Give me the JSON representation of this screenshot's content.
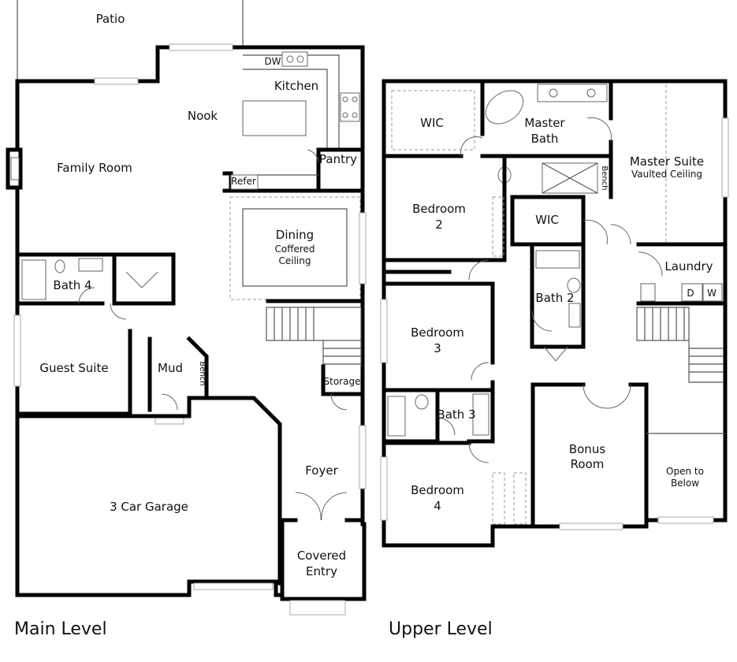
{
  "levels": {
    "main": "Main Level",
    "upper": "Upper Level"
  },
  "main_rooms": {
    "patio": "Patio",
    "kitchen": "Kitchen",
    "dw": "DW",
    "nook": "Nook",
    "family_room": "Family Room",
    "pantry": "Pantry",
    "refer": "Refer",
    "dining": "Dining",
    "dining_note1": "Coffered",
    "dining_note2": "Ceiling",
    "bath4": "Bath 4",
    "guest_suite": "Guest Suite",
    "mud": "Mud",
    "bench": "Bench",
    "storage": "Storage",
    "foyer": "Foyer",
    "garage": "3 Car Garage",
    "covered1": "Covered",
    "covered2": "Entry"
  },
  "upper_rooms": {
    "wic_left": "WIC",
    "master_bath1": "Master",
    "master_bath2": "Bath",
    "master_suite": "Master Suite",
    "vaulted": "Vaulted Ceiling",
    "bench": "Bench",
    "bedroom2a": "Bedroom",
    "bedroom2b": "2",
    "wic_center": "WIC",
    "laundry": "Laundry",
    "d": "D",
    "w": "W",
    "bath2": "Bath 2",
    "bedroom3a": "Bedroom",
    "bedroom3b": "3",
    "bath3": "Bath 3",
    "bonus1": "Bonus",
    "bonus2": "Room",
    "open1": "Open to",
    "open2": "Below",
    "bedroom4a": "Bedroom",
    "bedroom4b": "4"
  }
}
